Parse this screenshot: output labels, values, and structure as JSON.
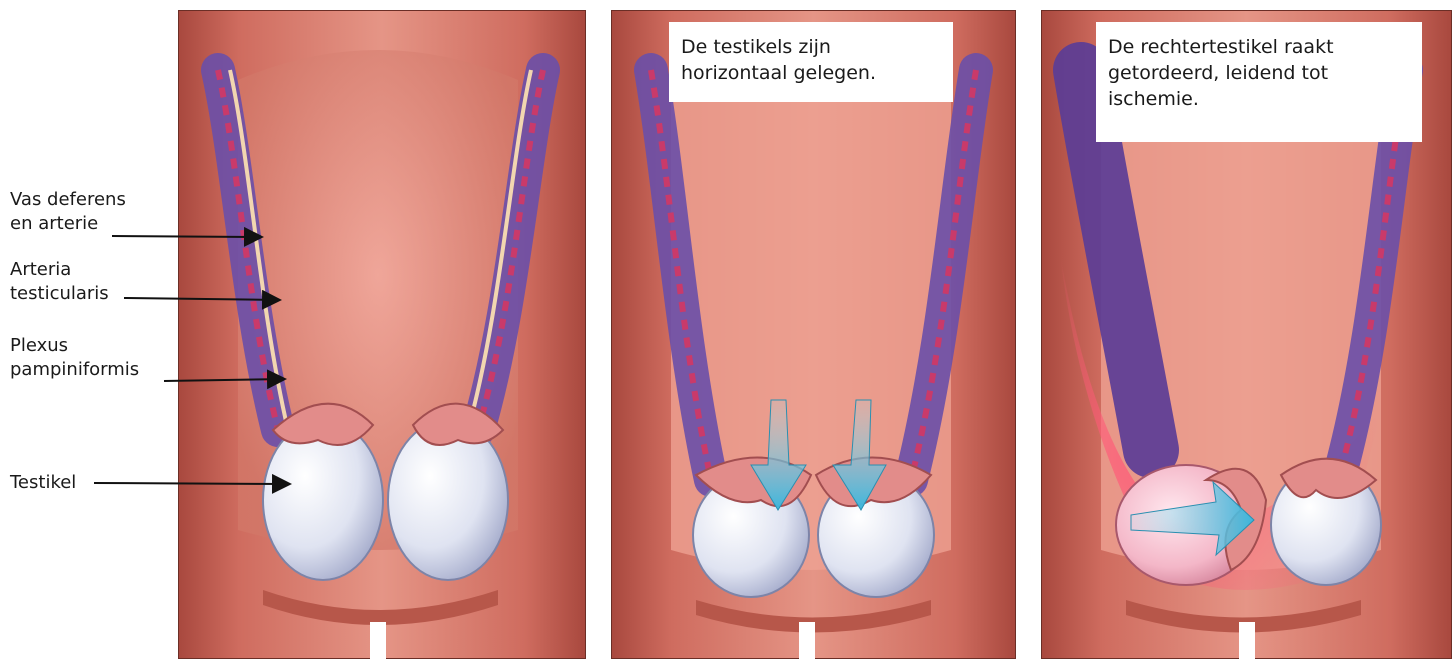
{
  "labels": {
    "vas_deferens": [
      "Vas deferens",
      "en arterie"
    ],
    "arteria": [
      "Arteria",
      "testicularis"
    ],
    "plexus": [
      "Plexus",
      "pampiniformis"
    ],
    "testikel": "Testikel"
  },
  "panel2": {
    "caption_lines": [
      "De testikels zijn",
      "horizontaal gelegen."
    ]
  },
  "panel3": {
    "caption_lines": [
      "De rechtertestikel raakt",
      "getordeerd, leidend tot",
      "ischemie."
    ]
  },
  "colors": {
    "skin": "#d6786a",
    "skin_dark": "#a84a3e",
    "vein": "#6a4fa8",
    "artery": "#d8204c",
    "testis": "#e8eaf4",
    "epididymis": "#e08a8a",
    "arrow": "#48c0e0",
    "ischemia": "#ff4060"
  }
}
